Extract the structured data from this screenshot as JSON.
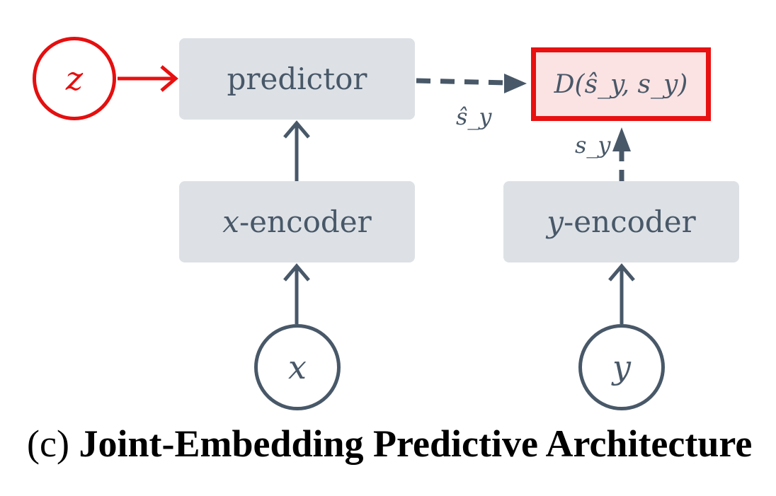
{
  "nodes": {
    "predictor": "predictor",
    "x_encoder_var": "x",
    "x_encoder_suffix": "-encoder",
    "y_encoder_var": "y",
    "y_encoder_suffix": "-encoder",
    "distance": "D(ŝ_y, s_y)",
    "z": "z",
    "x": "x",
    "y": "y"
  },
  "edge_labels": {
    "s_hat_y": "ŝ_y",
    "s_y": "s_y"
  },
  "caption": {
    "prefix": "(c)",
    "title": "Joint-Embedding Predictive Architecture"
  },
  "colors": {
    "node_fill": "#dde1e6",
    "ink": "#485868",
    "accent_red": "#e81010",
    "distance_fill": "#fbe3e3"
  }
}
